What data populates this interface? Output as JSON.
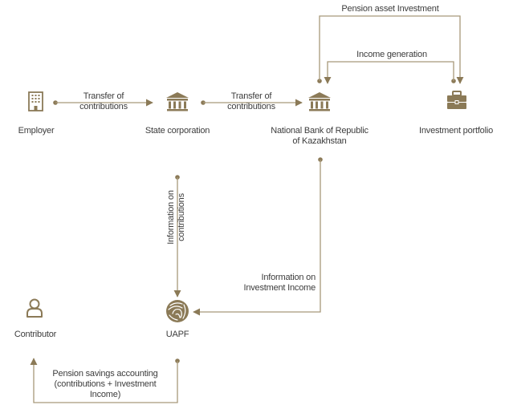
{
  "colors": {
    "accent": "#8b7a57",
    "line": "#a8997a",
    "text": "#3c3c3c",
    "background": "#ffffff"
  },
  "nodes": [
    {
      "id": "employer",
      "label": "Employer",
      "icon": "office-building-icon"
    },
    {
      "id": "state-corporation",
      "label": "State corporation",
      "icon": "bank-building-icon"
    },
    {
      "id": "national-bank",
      "label_line1": "National Bank of Republic",
      "label_line2": "of Kazakhstan",
      "icon": "bank-building-icon"
    },
    {
      "id": "investment-portfolio",
      "label": "Investment portfolio",
      "icon": "briefcase-icon"
    },
    {
      "id": "contributor",
      "label": "Contributor",
      "icon": "person-icon"
    },
    {
      "id": "uapf",
      "label": "UAPF",
      "icon": "uapf-logo-icon"
    }
  ],
  "edges": {
    "employer_to_state": {
      "line1": "Transfer of",
      "line2": "contributions"
    },
    "state_to_national_bank": {
      "line1": "Transfer of",
      "line2": "contributions"
    },
    "pension_asset_investment": {
      "label": "Pension asset Investment"
    },
    "income_generation": {
      "label": "Income generation"
    },
    "info_contributions": {
      "line1": "Information on",
      "line2": "contributions"
    },
    "info_investment_income": {
      "line1": "Information on",
      "line2": "Investment Income"
    },
    "savings_accounting": {
      "line1": "Pension savings accounting",
      "line2": "(contributions + Investment",
      "line3": "Income)"
    }
  }
}
